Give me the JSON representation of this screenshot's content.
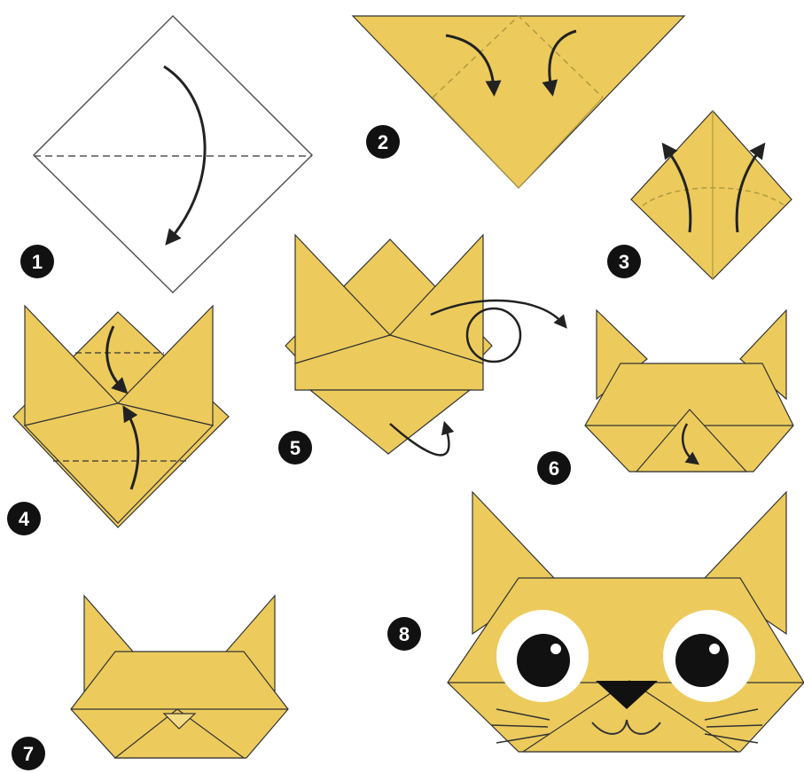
{
  "colors": {
    "paper": "#eccb5c",
    "paper_light": "#f3dc84",
    "line": "#222222",
    "badge": "#111111",
    "badge_text": "#ffffff",
    "eye_white": "#ffffff",
    "pupil": "#111111"
  },
  "steps": [
    {
      "number": "1"
    },
    {
      "number": "2"
    },
    {
      "number": "3"
    },
    {
      "number": "4"
    },
    {
      "number": "5"
    },
    {
      "number": "6"
    },
    {
      "number": "7"
    },
    {
      "number": "8"
    }
  ],
  "icons": {
    "fold_arrow": "curved-arrow-icon",
    "dashed_fold": "fold-line"
  }
}
